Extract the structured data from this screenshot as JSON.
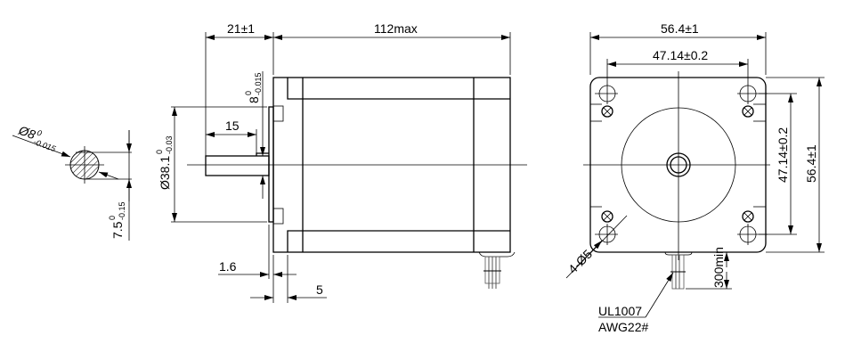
{
  "section_view": {
    "diameter_label": "Ø8",
    "diameter_tol_upper": "0",
    "diameter_tol_lower": "-0.015",
    "flat_label": "7.5",
    "flat_tol_upper": "0",
    "flat_tol_lower": "-0.15"
  },
  "side_view": {
    "shaft_length": "21±1",
    "body_length": "112max",
    "flat_length": "15",
    "shaft_dia": "8",
    "shaft_dia_tol_upper": "0",
    "shaft_dia_tol_lower": "-0.015",
    "pilot_dia": "Ø38.1",
    "pilot_tol_upper": "0",
    "pilot_tol_lower": "-0.03",
    "pilot_depth": "1.6",
    "flange_thickness": "5"
  },
  "front_view": {
    "width": "56.4±1",
    "hole_spacing_h": "47.14±0.2",
    "hole_spacing_v": "47.14±0.2",
    "height": "56.4±1",
    "holes": "4-Ø5",
    "lead_length": "300min",
    "wire_type": "UL1007",
    "wire_gauge": "AWG22#"
  }
}
